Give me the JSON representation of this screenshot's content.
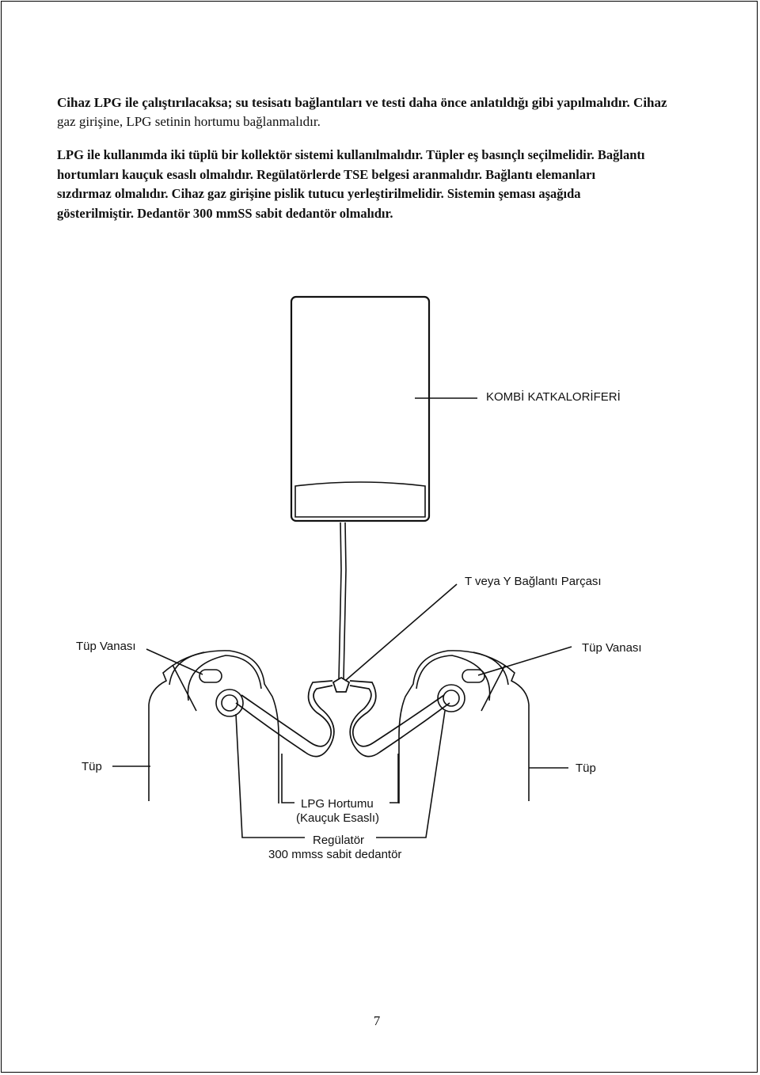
{
  "paragraph1": {
    "bold_part": "Cihaz LPG ile çalıştırılacaksa; su tesisatı bağlantıları ve testi daha önce anlatıldığı gibi yapılmalıdır. Cihaz",
    "normal_part": "gaz girişine, LPG setinin hortumu bağlanmalıdır."
  },
  "paragraph2": {
    "line1": "LPG ile kullanımda iki tüplü bir kollektör sistemi kullanılmalıdır. Tüpler eş basınçlı seçilmelidir. Bağlantı",
    "line2": "hortumları kauçuk esaslı olmalıdır. Regülatörlerde TSE belgesi aranmalıdır. Bağlantı elemanları",
    "line3": "sızdırmaz olmalıdır. Cihaz gaz girişine pislik tutucu yerleştirilmelidir. Sistemin şeması aşağıda",
    "line4": "gösterilmiştir. Dedantör 300 mmSS sabit dedantör olmalıdır."
  },
  "diagram": {
    "labels": {
      "kombi": "KOMBİ KATKALORİFERİ",
      "t_piece": "T veya Y Bağlantı Parçası",
      "valve_left": "Tüp Vanası",
      "valve_right": "Tüp Vanası",
      "tube_left": "Tüp",
      "tube_right": "Tüp",
      "hose_line1": "LPG Hortumu",
      "hose_line2": "(Kauçuk Esaslı)",
      "regulator_line1": "Regülatör",
      "regulator_line2": "300 mmss sabit dedantör"
    }
  },
  "page_number": "7"
}
